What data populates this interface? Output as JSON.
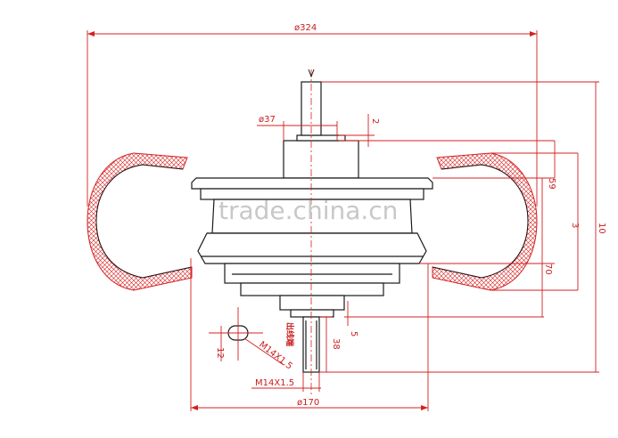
{
  "drawing": {
    "dim_overall_diameter": "ø324",
    "dim_shaft_diameter": "ø37",
    "dim_small_offset": "2",
    "dim_height_59": "59",
    "dim_height_3": "3",
    "dim_height_10": "10",
    "dim_height_70": "70",
    "dim_height_5": "5",
    "dim_height_38": "38",
    "dim_hole_12": "12",
    "dim_thread_angled": "M14X1.5",
    "dim_thread_bottom": "M14X1.5",
    "dim_base_diameter": "ø170",
    "note_outlet": "出线端",
    "watermark": "trade.china.cn"
  },
  "colors": {
    "outline": "#1a1a1a",
    "dimension": "#d42020",
    "tire_hatch": "#d42020",
    "watermark": "#c8c8c8"
  }
}
